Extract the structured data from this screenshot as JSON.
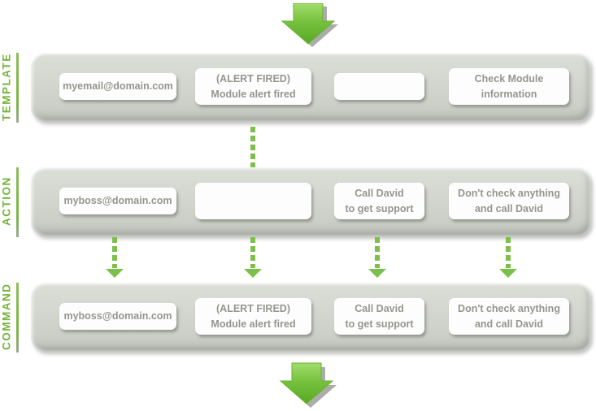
{
  "colors": {
    "accent_green": "#74b33c",
    "dash_green": "#7cbf4a",
    "arrow_green_light": "#a2dd6c",
    "arrow_green_dark": "#58a824",
    "bar_gray_top": "#dcded8",
    "bar_gray_bottom": "#bec2ba",
    "box_background": "#fdfdfd",
    "box_text_gray": "#95968e",
    "arrow_shadow_gray": "#a7a9a4"
  },
  "icons": {
    "flow_in_arrow": "big-down-arrow",
    "flow_out_arrow": "big-down-arrow",
    "connector": "dashed-down-arrow"
  },
  "rows": [
    {
      "label": "TEMPLATE",
      "boxes": [
        {
          "lines": [
            "myemail@domain.com"
          ]
        },
        {
          "lines": [
            "(ALERT FIRED)",
            "Module alert fired"
          ]
        },
        {
          "lines": []
        },
        {
          "lines": [
            "Check Module",
            "information"
          ]
        }
      ]
    },
    {
      "label": "ACTION",
      "boxes": [
        {
          "lines": [
            "myboss@domain.com"
          ]
        },
        {
          "lines": []
        },
        {
          "lines": [
            "Call David",
            "to get support"
          ]
        },
        {
          "lines": [
            "Don't check anything",
            "and call David"
          ]
        }
      ]
    },
    {
      "label": "COMMAND",
      "boxes": [
        {
          "lines": [
            "myboss@domain.com"
          ]
        },
        {
          "lines": [
            "(ALERT FIRED)",
            "Module alert fired"
          ]
        },
        {
          "lines": [
            "Call David",
            "to get support"
          ]
        },
        {
          "lines": [
            "Don't check anything",
            "and call David"
          ]
        }
      ]
    }
  ]
}
